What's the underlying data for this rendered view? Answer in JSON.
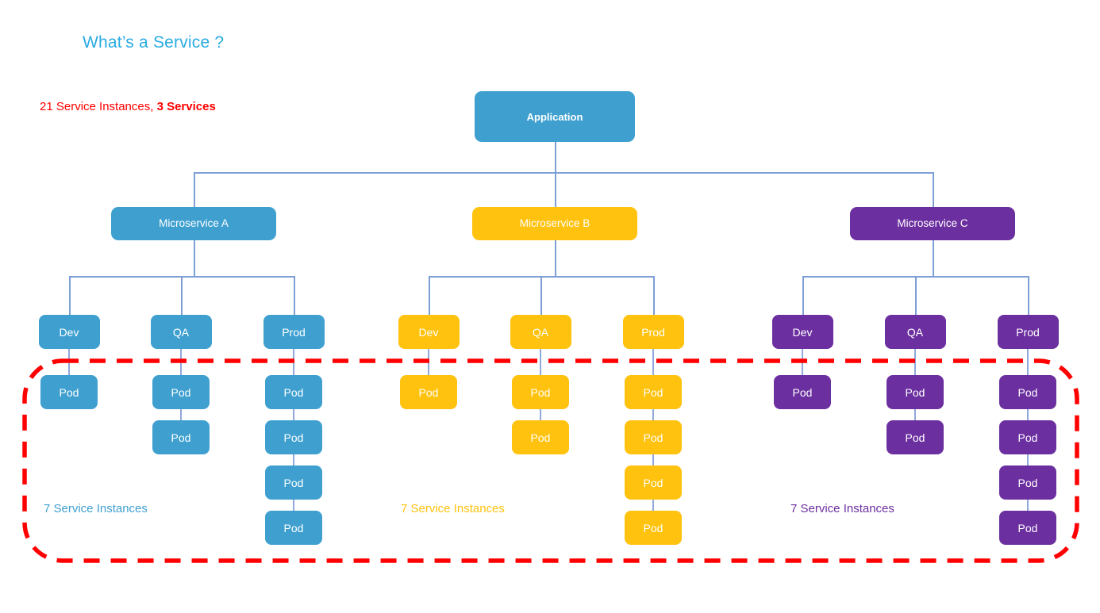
{
  "slide": {
    "title": "What’s a Service ?",
    "summary_prefix": "21 Service Instances, ",
    "summary_strong": "3 Services"
  },
  "colors": {
    "title": "#29ABE2",
    "summary": "#FF0000",
    "blue": "#3FA0D0",
    "amber": "#FFC20E",
    "purple": "#6C2FA0",
    "connector": "#7D9FD6",
    "highlight": "#FF0000",
    "background": "#FFFFFF"
  },
  "root": {
    "label": "Application",
    "color": "#3FA0D0"
  },
  "branches": [
    {
      "id": "microservice-a",
      "label": "Microservice A",
      "color": "#3FA0D0",
      "instances_label": "7 Service Instances",
      "environments": [
        {
          "label": "Dev",
          "pods": [
            "Pod"
          ]
        },
        {
          "label": "QA",
          "pods": [
            "Pod",
            "Pod"
          ]
        },
        {
          "label": "Prod",
          "pods": [
            "Pod",
            "Pod",
            "Pod",
            "Pod"
          ]
        }
      ]
    },
    {
      "id": "microservice-b",
      "label": "Microservice B",
      "color": "#FFC20E",
      "instances_label": "7 Service Instances",
      "environments": [
        {
          "label": "Dev",
          "pods": [
            "Pod"
          ]
        },
        {
          "label": "QA",
          "pods": [
            "Pod",
            "Pod"
          ]
        },
        {
          "label": "Prod",
          "pods": [
            "Pod",
            "Pod",
            "Pod",
            "Pod"
          ]
        }
      ]
    },
    {
      "id": "microservice-c",
      "label": "Microservice C",
      "color": "#6C2FA0",
      "instances_label": "7 Service Instances",
      "environments": [
        {
          "label": "Dev",
          "pods": [
            "Pod"
          ]
        },
        {
          "label": "QA",
          "pods": [
            "Pod",
            "Pod"
          ]
        },
        {
          "label": "Prod",
          "pods": [
            "Pod",
            "Pod",
            "Pod",
            "Pod"
          ]
        }
      ]
    }
  ]
}
